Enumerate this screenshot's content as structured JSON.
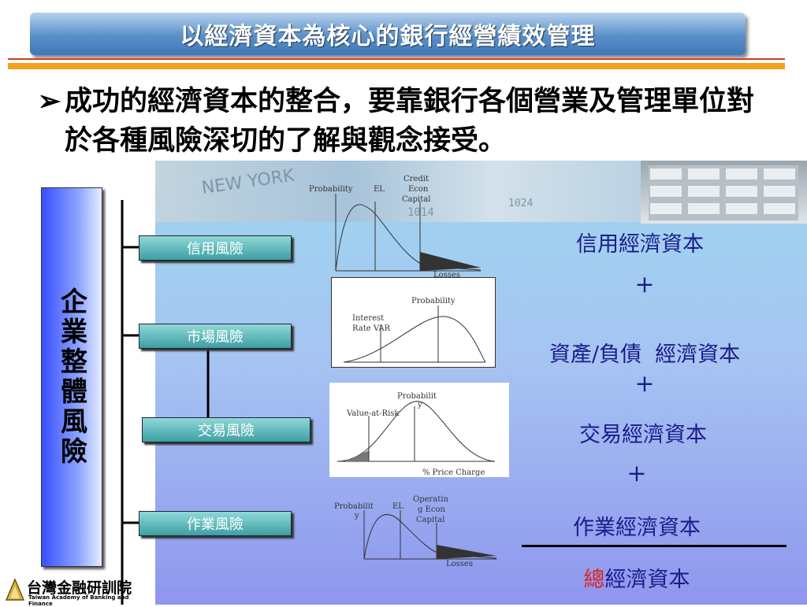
{
  "header": {
    "title": "以經濟資本為核心的銀行經營績效管理"
  },
  "bullet": {
    "marker": "➢",
    "text": "成功的經濟資本的整合，要靠銀行各個營業及管理單位對於各種風險深切的了解與觀念接受。"
  },
  "enterprise_risk": {
    "label": "企業整體風險"
  },
  "risks": [
    {
      "label": "信用風險"
    },
    {
      "label": "市場風險"
    },
    {
      "label": "交易風險"
    },
    {
      "label": "作業風險"
    }
  ],
  "charts": {
    "credit": {
      "probability": "Probability",
      "el": "EL",
      "econ_line1": "Credit",
      "econ_line2": "Econ",
      "econ_line3": "Capital",
      "losses": "Losses"
    },
    "interest": {
      "probability": "Probability",
      "var_line1": "Interest",
      "var_line2": "Rate VAR"
    },
    "trading": {
      "prob_line1": "Probabilit",
      "prob_line2": "y",
      "var": "Value-at-Risk",
      "xlabel": "% Price Charge"
    },
    "operating": {
      "prob_line1": "Probabilit",
      "prob_line2": "y",
      "el": "EL",
      "econ_line1": "Operatin",
      "econ_line2": "g Econ",
      "econ_line3": "Capital",
      "losses": "Losses"
    }
  },
  "photo": {
    "sign1": "NEW YORK",
    "sign2": "1014",
    "sign3": "1024"
  },
  "capital": {
    "credit": "信用經濟資本",
    "plus": "+",
    "asset_liability": "資產/負債  經濟資本",
    "trading": "交易經濟資本",
    "operating": "作業經濟資本",
    "total_prefix": "總",
    "total_rest": "經濟資本"
  },
  "logo": {
    "cn": "台灣金融研訓院",
    "en": "Taiwan Academy of Banking and Finance"
  },
  "colors": {
    "accent": "#f4a21b",
    "rule": "#d43a2a",
    "total_highlight": "#e0201a",
    "capital_text": "#1b1b8a"
  }
}
